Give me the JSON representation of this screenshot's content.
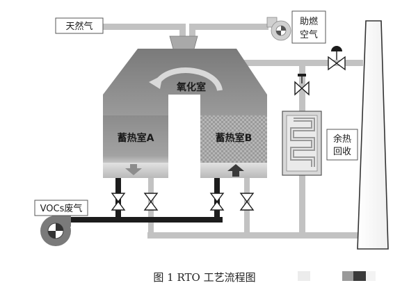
{
  "labels": {
    "natural_gas": "天然气",
    "combustion_air_line1": "助燃",
    "combustion_air_line2": "空气",
    "oxidation_chamber": "氧化室",
    "regen_chamber_a": "蓄热室A",
    "regen_chamber_b": "蓄热室B",
    "heat_recovery_line1": "余热",
    "heat_recovery_line2": "回收",
    "voc_exhaust": "VOCs废气",
    "caption": "图 1 RTO 工艺流程图"
  },
  "colors": {
    "pipe_light": "#c2c2c2",
    "pipe_dark": "#1c1c1c",
    "chamber_gray": "#8a8a8a",
    "chamber_light": "#cfcfcf",
    "checker": "#a7a7a7"
  }
}
